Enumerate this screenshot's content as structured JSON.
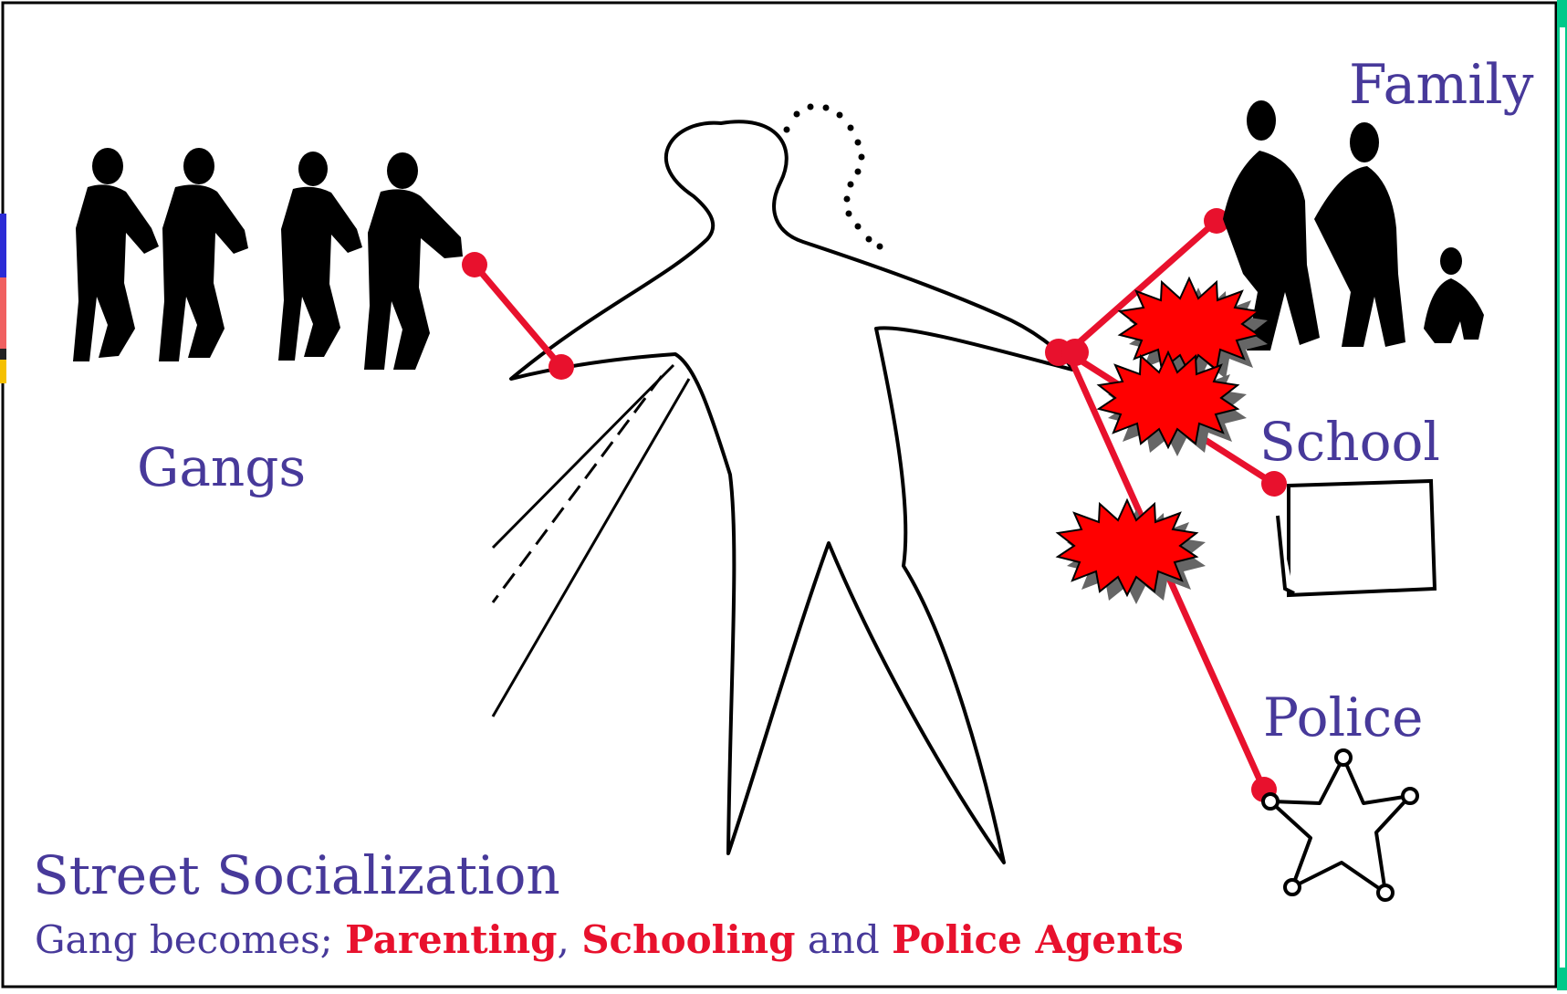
{
  "labels": {
    "family": "Family",
    "school": "School",
    "police": "Police",
    "gangs": "Gangs"
  },
  "caption": {
    "title": "Street Socialization",
    "subtitle_prefix": "Gang becomes; ",
    "parenting": "Parenting",
    "comma": ", ",
    "schooling": "Schooling",
    "and": " and ",
    "police_agents": "Police Agents"
  },
  "colors": {
    "text": "#47399a",
    "accent": "#e8112d",
    "frame": "#000000",
    "side_bar": "#00c98a"
  },
  "icons": [
    "gang-figures-icon",
    "person-outline-icon",
    "family-figures-icon",
    "school-board-icon",
    "police-badge-icon",
    "conflict-burst-icon"
  ]
}
